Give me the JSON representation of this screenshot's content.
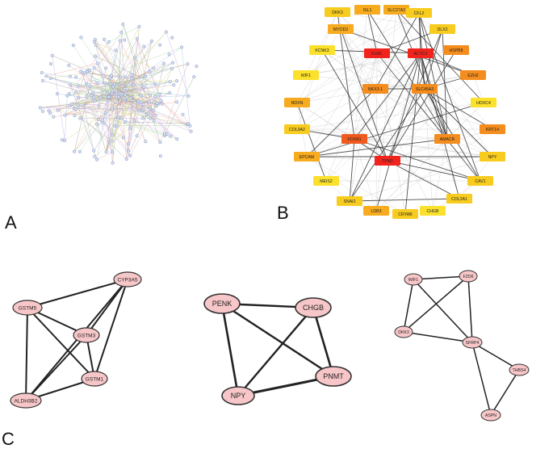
{
  "panels": {
    "a": "A",
    "b": "B",
    "c": "C"
  },
  "colors": {
    "edge_dark": "#222222",
    "edge_light": "#bbbbbb",
    "node_pink": "#f7c6c8",
    "node_outline": "#333333",
    "hub_red": "#f2231d",
    "hub_orange_red": "#f05a1e",
    "hub_orange": "#f48d1e",
    "hub_amber": "#f7ab1f",
    "hub_gold": "#f8cc1f",
    "hub_yellow": "#fbe12b"
  },
  "panel_b": {
    "nodes": [
      {
        "label": "DKK3",
        "color": "hub_gold"
      },
      {
        "label": "ISL1",
        "color": "hub_amber"
      },
      {
        "label": "SLC27A2",
        "color": "hub_amber"
      },
      {
        "label": "CFL2",
        "color": "hub_gold"
      },
      {
        "label": "DLX2",
        "color": "hub_gold"
      },
      {
        "label": "HSPB8",
        "color": "hub_orange"
      },
      {
        "label": "EZH2",
        "color": "hub_orange"
      },
      {
        "label": "HOXC4",
        "color": "hub_yellow"
      },
      {
        "label": "KRT14",
        "color": "hub_orange"
      },
      {
        "label": "NPY",
        "color": "hub_gold"
      },
      {
        "label": "CAV1",
        "color": "hub_gold"
      },
      {
        "label": "COL2A1",
        "color": "hub_gold"
      },
      {
        "label": "CHGB",
        "color": "hub_yellow"
      },
      {
        "label": "CRYAB",
        "color": "hub_gold"
      },
      {
        "label": "LDB3",
        "color": "hub_amber"
      },
      {
        "label": "SNAI2",
        "color": "hub_gold"
      },
      {
        "label": "MEIS2",
        "color": "hub_yellow"
      },
      {
        "label": "EPCAM",
        "color": "hub_amber"
      },
      {
        "label": "COL9A2",
        "color": "hub_gold"
      },
      {
        "label": "NDXN",
        "color": "hub_amber"
      },
      {
        "label": "WIF1",
        "color": "hub_yellow"
      },
      {
        "label": "KCNK3",
        "color": "hub_yellow"
      },
      {
        "label": "MYOD2",
        "color": "hub_amber"
      },
      {
        "label": "FLNC",
        "color": "hub_red"
      },
      {
        "label": "ACTC1",
        "color": "hub_red"
      },
      {
        "label": "NKX3-1",
        "color": "hub_orange"
      },
      {
        "label": "SLC45A3",
        "color": "hub_orange"
      },
      {
        "label": "FOXA1",
        "color": "hub_orange_red"
      },
      {
        "label": "AMACR",
        "color": "hub_orange"
      },
      {
        "label": "TPM2",
        "color": "hub_red"
      }
    ]
  },
  "panel_c": {
    "net1": [
      {
        "label": "GSTM5"
      },
      {
        "label": "CYP3A5"
      },
      {
        "label": "GSTM3"
      },
      {
        "label": "GSTM1"
      },
      {
        "label": "ALDH3B2"
      }
    ],
    "net2": [
      {
        "label": "PENK"
      },
      {
        "label": "CHGB"
      },
      {
        "label": "PNMT"
      },
      {
        "label": "NPY"
      }
    ],
    "net3": [
      {
        "label": "WIF1"
      },
      {
        "label": "FZD6"
      },
      {
        "label": "DKK3"
      },
      {
        "label": "SFRP4"
      },
      {
        "label": "THBS4"
      },
      {
        "label": "ASPN"
      }
    ]
  }
}
